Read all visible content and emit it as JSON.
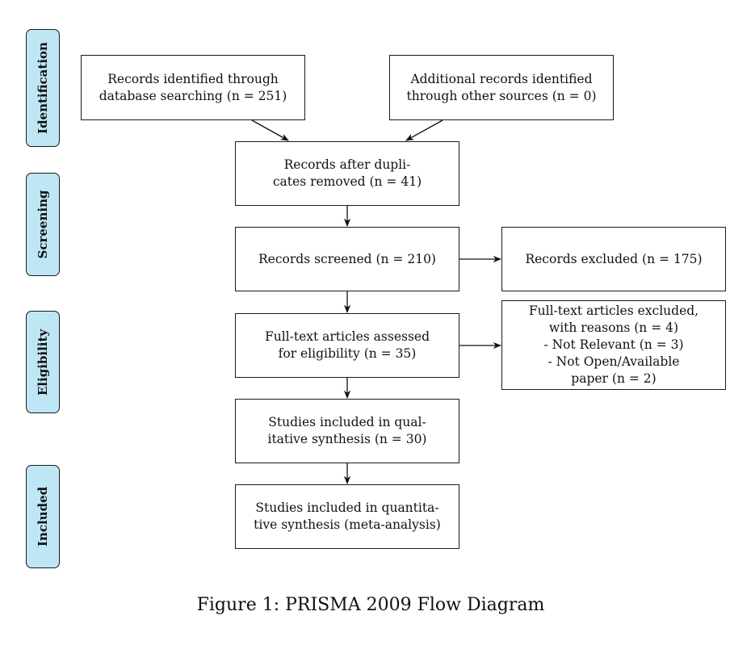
{
  "phases": {
    "identification": "Identification",
    "screening": "Screening",
    "eligibility": "Eligibility",
    "included": "Included"
  },
  "boxes": {
    "database_records": "Records identified through\ndatabase searching (n = 251)",
    "other_sources": "Additional records identified\nthrough other sources (n = 0)",
    "duplicates_removed": "Records after dupli-\ncates removed (n = 41)",
    "screened": "Records screened (n = 210)",
    "excluded": "Records excluded (n = 175)",
    "fulltext_assessed": "Full-text articles assessed\nfor eligibility (n = 35)",
    "fulltext_excluded": "Full-text articles excluded,\nwith reasons (n = 4)\n- Not Relevant (n = 3)\n- Not Open/Available\npaper (n = 2)",
    "qualitative": "Studies included in qual-\nitative synthesis (n = 30)",
    "quantitative": "Studies included in quantita-\ntive synthesis (meta-analysis)"
  },
  "caption": "Figure 1: PRISMA 2009 Flow Diagram"
}
